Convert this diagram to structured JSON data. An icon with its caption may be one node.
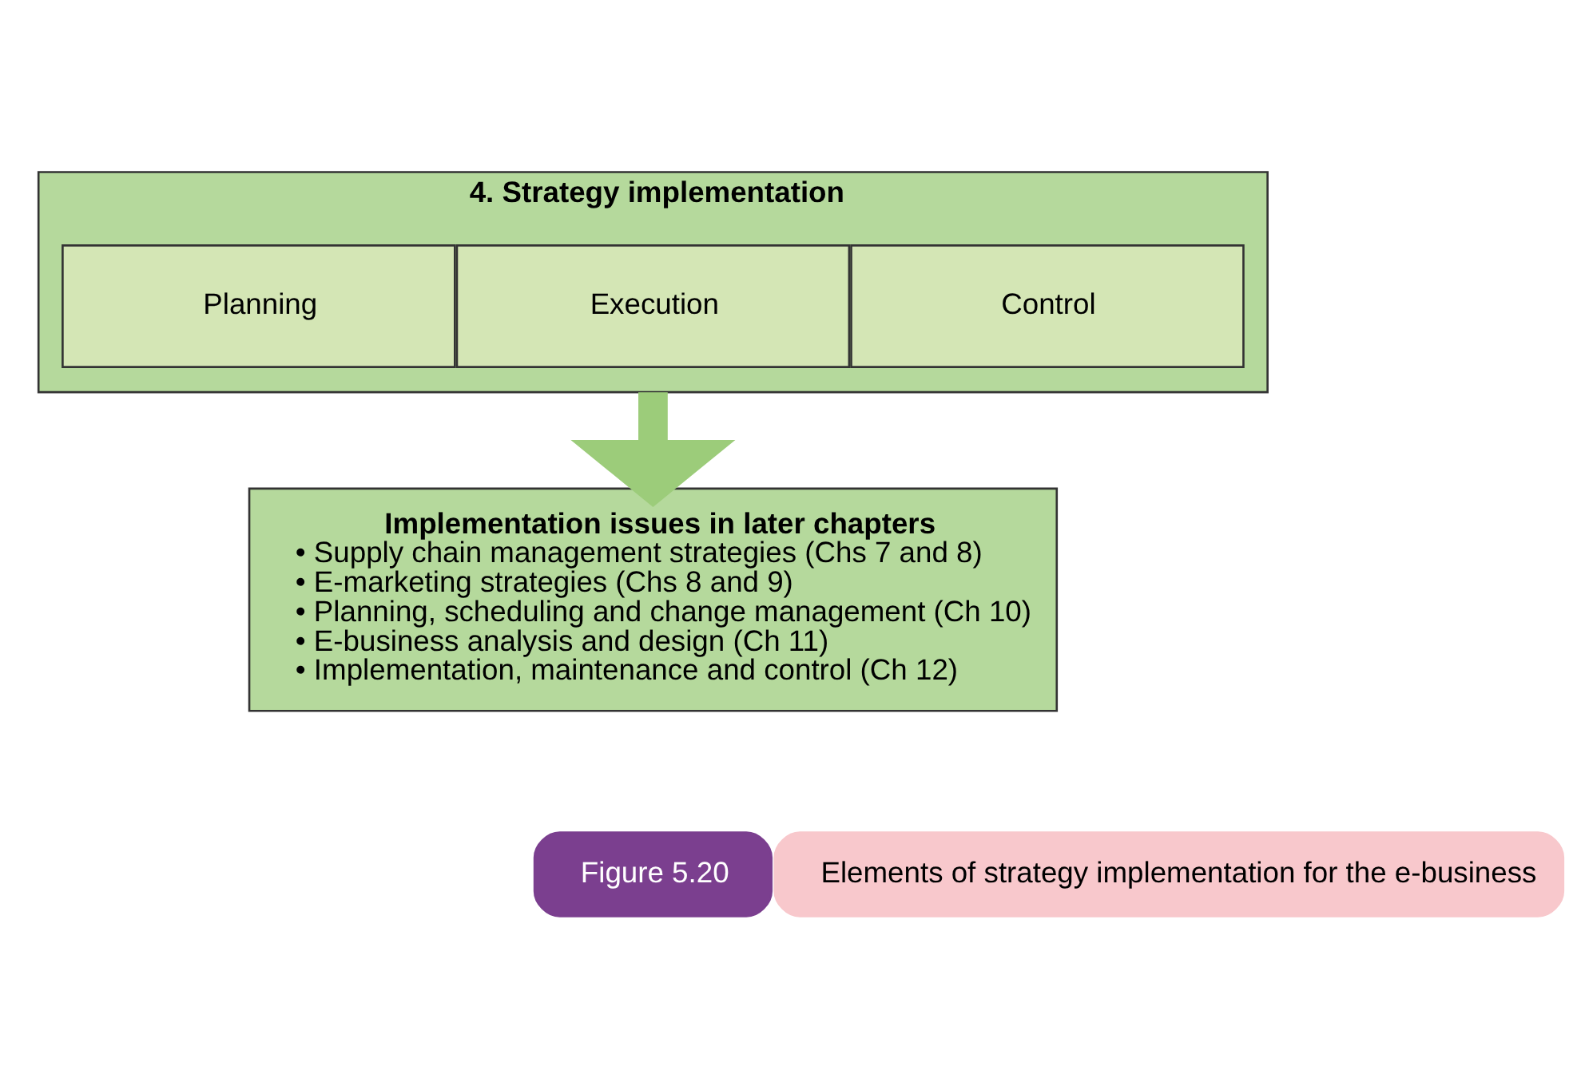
{
  "diagram": {
    "nodes": [
      {
        "text": [
          "4. Strategy implementation"
        ]
      },
      {
        "text": [
          "Planning"
        ],
        "in": 0
      },
      {
        "text": [
          "Execution"
        ],
        "in": 0
      },
      {
        "text": [
          "Control"
        ],
        "in": 0
      },
      {
        "text": [
          "Implementation issues in later chapters",
          "• Supply chain management strategies (Chs 7 and 8)",
          "• E-marketing strategies (Chs 8 and 9)",
          "• Planning, scheduling and change management (Ch 10)",
          "• E-business analysis and design (Ch 11)",
          "• Implementation, maintenance and control (Ch 12)"
        ]
      },
      {
        "text": [
          "Figure 5.20"
        ]
      },
      {
        "text": [
          "Elements of strategy implementation for the e-business"
        ]
      }
    ],
    "edges": [
      {
        "from": 0,
        "to": 4,
        "arrow": "to"
      }
    ]
  }
}
